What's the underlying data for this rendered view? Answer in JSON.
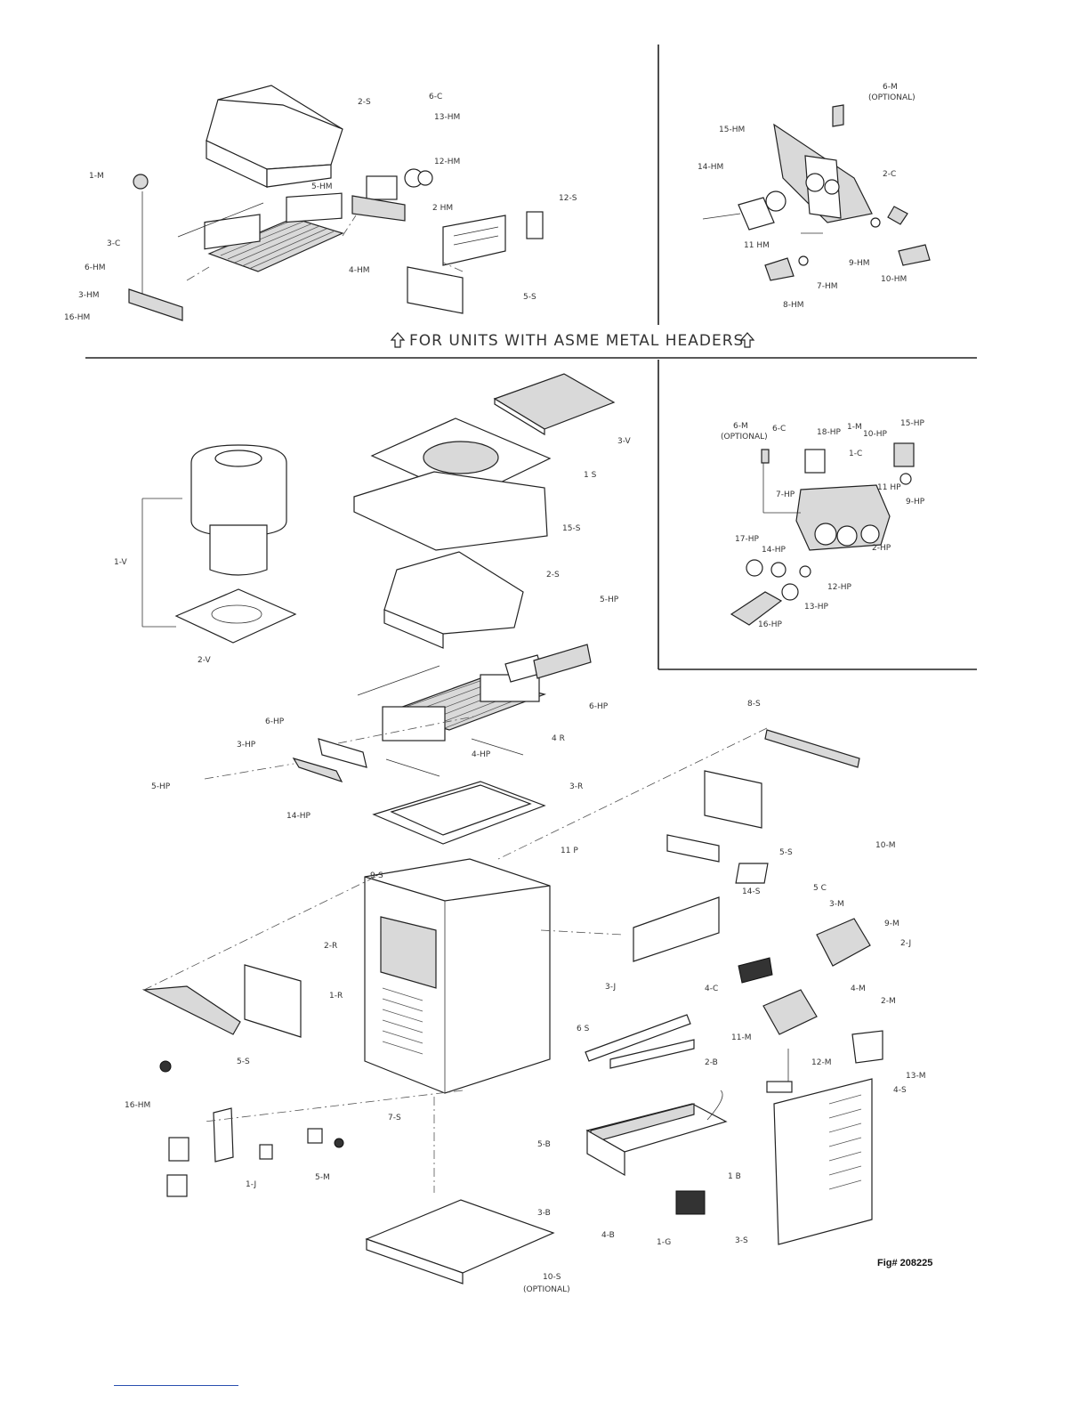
{
  "banner": {
    "text": "FOR UNITS WITH ASME METAL HEADERS",
    "arrow_icon": "up-arrow-icon"
  },
  "figure_number": "Fig# 208225",
  "labels": {
    "top_left": [
      "2-S",
      "6-C",
      "13-HM",
      "12-HM",
      "1-M",
      "2 HM",
      "5-HM",
      "12-S",
      "3-C",
      "6-HM",
      "4-HM",
      "3-HM",
      "16-HM",
      "5-S"
    ],
    "top_right": [
      "6-M",
      "(OPTIONAL)",
      "15-HM",
      "14-HM",
      "2-C",
      "11 HM",
      "9-HM",
      "10-HM",
      "7-HM",
      "8-HM"
    ],
    "mid_right": [
      "6-M",
      "(OPTIONAL)",
      "6-C",
      "18-HP",
      "1-M",
      "10-HP",
      "15-HP",
      "1-C",
      "11 HP",
      "9-HP",
      "7-HP",
      "2-HP",
      "17-HP",
      "14-HP",
      "12-HP",
      "13-HP",
      "16-HP"
    ],
    "main": [
      "3-V",
      "1 S",
      "1-V",
      "15-S",
      "2-S",
      "2-V",
      "5-HP",
      "6-HP",
      "8-S",
      "6-HP",
      "4 R",
      "3-HP",
      "4-HP",
      "5-HP",
      "14-HP",
      "3-R",
      "5-S",
      "11 P",
      "10-M",
      "9-S",
      "14-S",
      "5 C",
      "3-M",
      "9-M",
      "2-R",
      "2-J",
      "1-R",
      "3-J",
      "4-C",
      "4-M",
      "2-M",
      "6 S",
      "5-S",
      "2-B",
      "11-M",
      "12-M",
      "13-M",
      "16-HM",
      "7-S",
      "4-S",
      "5-B",
      "1-J",
      "5-M",
      "1 B",
      "3-B",
      "4-B",
      "1-G",
      "3-S",
      "10-S",
      "(OPTIONAL)"
    ]
  }
}
